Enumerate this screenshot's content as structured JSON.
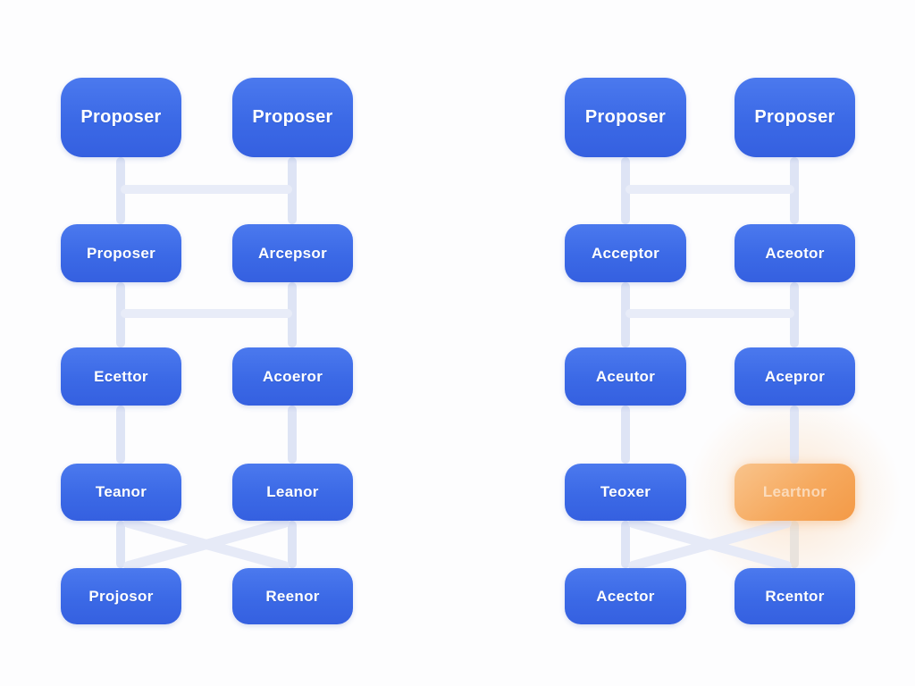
{
  "diagram": {
    "description": "Two side-by-side node clusters of blue rounded-rectangle nodes connected by pale lavender lines; one highlighted orange node in the right cluster",
    "left_cluster": {
      "column1": [
        "Proposer",
        "Proposer",
        "Ecettor",
        "Teanor",
        "Projosor"
      ],
      "column2": [
        "Proposer",
        "Arcepsor",
        "Acoeror",
        "Leanor",
        "Reenor"
      ]
    },
    "right_cluster": {
      "column1": [
        "Proposer",
        "Acceptor",
        "Aceutor",
        "Teoxer",
        "Acector"
      ],
      "column2": [
        "Proposer",
        "Aceotor",
        "Acepror",
        "Leartnor",
        "Rcentor"
      ]
    },
    "highlighted_node": {
      "cluster": "right",
      "column": 2,
      "row": 4,
      "label": "Leartnor",
      "color": "#f5a45c"
    },
    "colors": {
      "node_blue": "#3b69e6",
      "node_blue_top": "#4b79ee",
      "node_orange": "#f39a47",
      "node_orange_top": "#f9c48c",
      "connector": "#dee4f5",
      "connector_light": "#e8ecf8",
      "connector_warm": "#e9e3dd",
      "background": "#fdfdfe",
      "text": "#ffffff"
    }
  }
}
